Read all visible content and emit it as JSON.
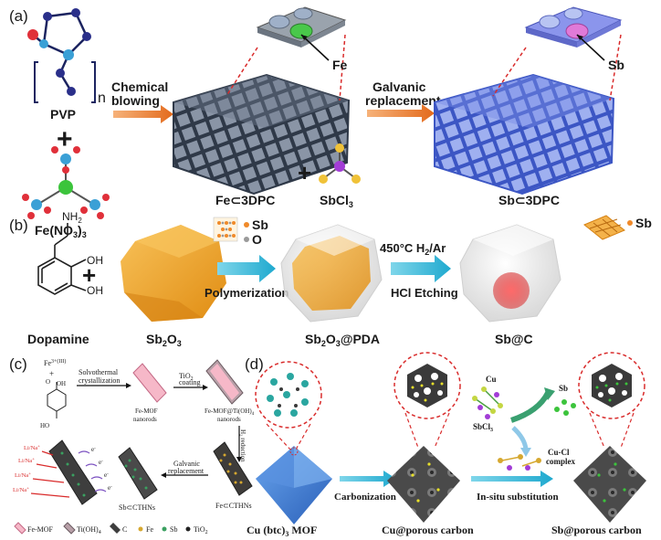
{
  "panel_a": {
    "panel_label": "(a)",
    "pvp_repeat": "n",
    "pvp_label": "PVP",
    "plus": "+",
    "fe_nitrate_label": "Fe(NO",
    "fe_nitrate_sub": "3",
    "fe_nitrate_close": ")",
    "arrow1_line1": "Chemical",
    "arrow1_line2": "blowing",
    "fe_inset_label": "Fe",
    "fe_framework_label": "Fe⊂3DPC",
    "plus2": "+",
    "sbcl3_label": "SbCl",
    "sbcl3_sub": "3",
    "arrow2_line1": "Galvanic",
    "arrow2_line2": "replacement",
    "sb_inset_label": "Sb",
    "sb_framework_label": "Sb⊂3DPC"
  },
  "panel_b": {
    "panel_label": "(b)",
    "nh2_label": "NH",
    "nh2_sub": "2",
    "oh1_label": "OH",
    "oh2_label": "OH",
    "plus": "+",
    "legend_sb": "Sb",
    "legend_o": "O",
    "arrow1_label": "Polymerization",
    "arrow2_top": "450°C H",
    "arrow2_top_sub": "2",
    "arrow2_top_rest": "/Ar",
    "arrow2_bottom": "HCl Etching",
    "legend_sb2": "Sb",
    "caption_dopamine": "Dopamine",
    "caption_sb2o3": "Sb",
    "caption_sb2o3_sub1": "2",
    "caption_sb2o3_o": "O",
    "caption_sb2o3_sub2": "3",
    "caption_sb2o3pda": "Sb",
    "caption_sb2o3pda_sub1": "2",
    "caption_sb2o3pda_o": "O",
    "caption_sb2o3pda_sub2": "3",
    "caption_sb2o3pda_rest": "@PDA",
    "caption_sbc": "Sb@C"
  },
  "panel_c": {
    "panel_label": "(c)",
    "fe_ion": "Fe",
    "fe_ion_sup": "3+(III)",
    "plus": "+",
    "acid_oh": "OH",
    "acid_o": "O",
    "acid_bottom": "HO",
    "solvothermal": "Solvothermal",
    "crystallization": "crystallization",
    "femof_1": "Fe-MOF",
    "femof_2": "nanorods",
    "tio2_1": "TiO",
    "tio2_sub": "2",
    "tio2_2": "coating",
    "feti_1": "Fe-MOF@Ti(OH)",
    "feti_sub": "4",
    "feti_2": "nanorods",
    "h2_reduction": "H₂ reduction",
    "fecthns": "Fe⊂CTHNs",
    "galvanic_1": "Galvanic",
    "galvanic_2": "replacement",
    "sbcthns": "Sb⊂CTHNs",
    "lina": "Li/Na",
    "lina_sup": "+",
    "electron": "e",
    "electron_sup": "-",
    "legend_femof": "Fe-MOF",
    "legend_tioh": "Ti(OH)",
    "legend_tioh_sub": "4",
    "legend_c": "C",
    "legend_fe": "Fe",
    "legend_sb": "Sb",
    "legend_tio2": "TiO",
    "legend_tio2_sub": "2"
  },
  "panel_d": {
    "panel_label": "(d)",
    "cu_label": "Cu",
    "sbcl3_label": "SbCl",
    "sbcl3_sub": "3",
    "sb_label": "Sb",
    "cucl_1": "Cu-Cl",
    "cucl_2": "complex",
    "carbonization": "Carbonization",
    "insitu": "In-situ substitution",
    "mof_caption": "Cu (btc)",
    "mof_caption_sub": "3",
    "mof_caption_rest": " MOF",
    "cu_porous": "Cu@porous carbon",
    "sb_porous": "Sb@porous carbon"
  },
  "colors": {
    "framework_fe": "#3d4a5c",
    "framework_sb": "#4a62c8",
    "arrow_orange": "#e8742a",
    "arrow_cyan": "#29b6d6",
    "octahedron_blue": "#3f7fd6",
    "polyhedron_orange": "#f3a42a",
    "dashed_red": "#d92b2b"
  }
}
